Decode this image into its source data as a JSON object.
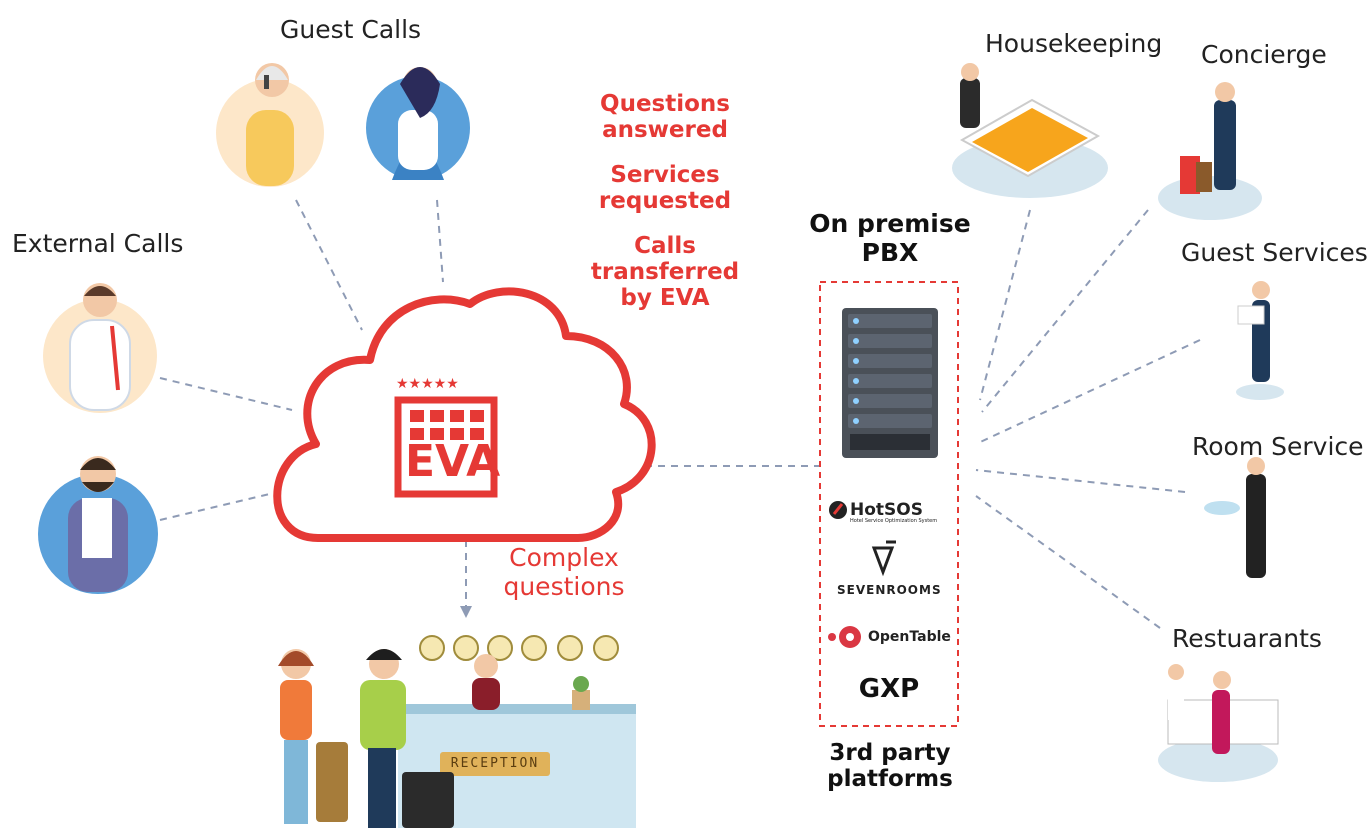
{
  "labels": {
    "guest_calls": "Guest Calls",
    "external_calls": "External Calls",
    "housekeeping": "Housekeeping",
    "concierge": "Concierge",
    "guest_services": "Guest Services",
    "room_service": "Room Service",
    "restaurants": "Restuarants"
  },
  "messages": [
    "Questions answered",
    "Services requested",
    "Calls transferred by EVA"
  ],
  "messages_lines": [
    [
      "Questions",
      "answered"
    ],
    [
      "Services",
      "requested"
    ],
    [
      "Calls",
      "transferred",
      "by EVA"
    ]
  ],
  "complex": [
    "Complex",
    "questions"
  ],
  "cloud_logo": "EVA",
  "reception_sign": "RECEPTION",
  "pbx": [
    "On premise",
    "PBX"
  ],
  "platforms": {
    "hotsos": "HotSOS",
    "hotsos_sub": "Hotel Service Optimization System",
    "sevenrooms": "SEVENROOMS",
    "opentable": "OpenTable",
    "gxp": "GXP"
  },
  "third_party": [
    "3rd party",
    "platforms"
  ],
  "colors": {
    "accent": "#e53935",
    "dash": "#8e9bb5",
    "ring": "#e53935"
  },
  "icons": [
    "guest-call-woman-icon",
    "guest-call-woman-phone-icon",
    "external-call-man-icon",
    "external-call-bearded-man-icon",
    "cloud-icon",
    "hotel-building-icon",
    "server-icon",
    "housekeeping-icon",
    "concierge-icon",
    "guest-services-icon",
    "room-service-icon",
    "restaurant-icon",
    "reception-desk-icon"
  ]
}
